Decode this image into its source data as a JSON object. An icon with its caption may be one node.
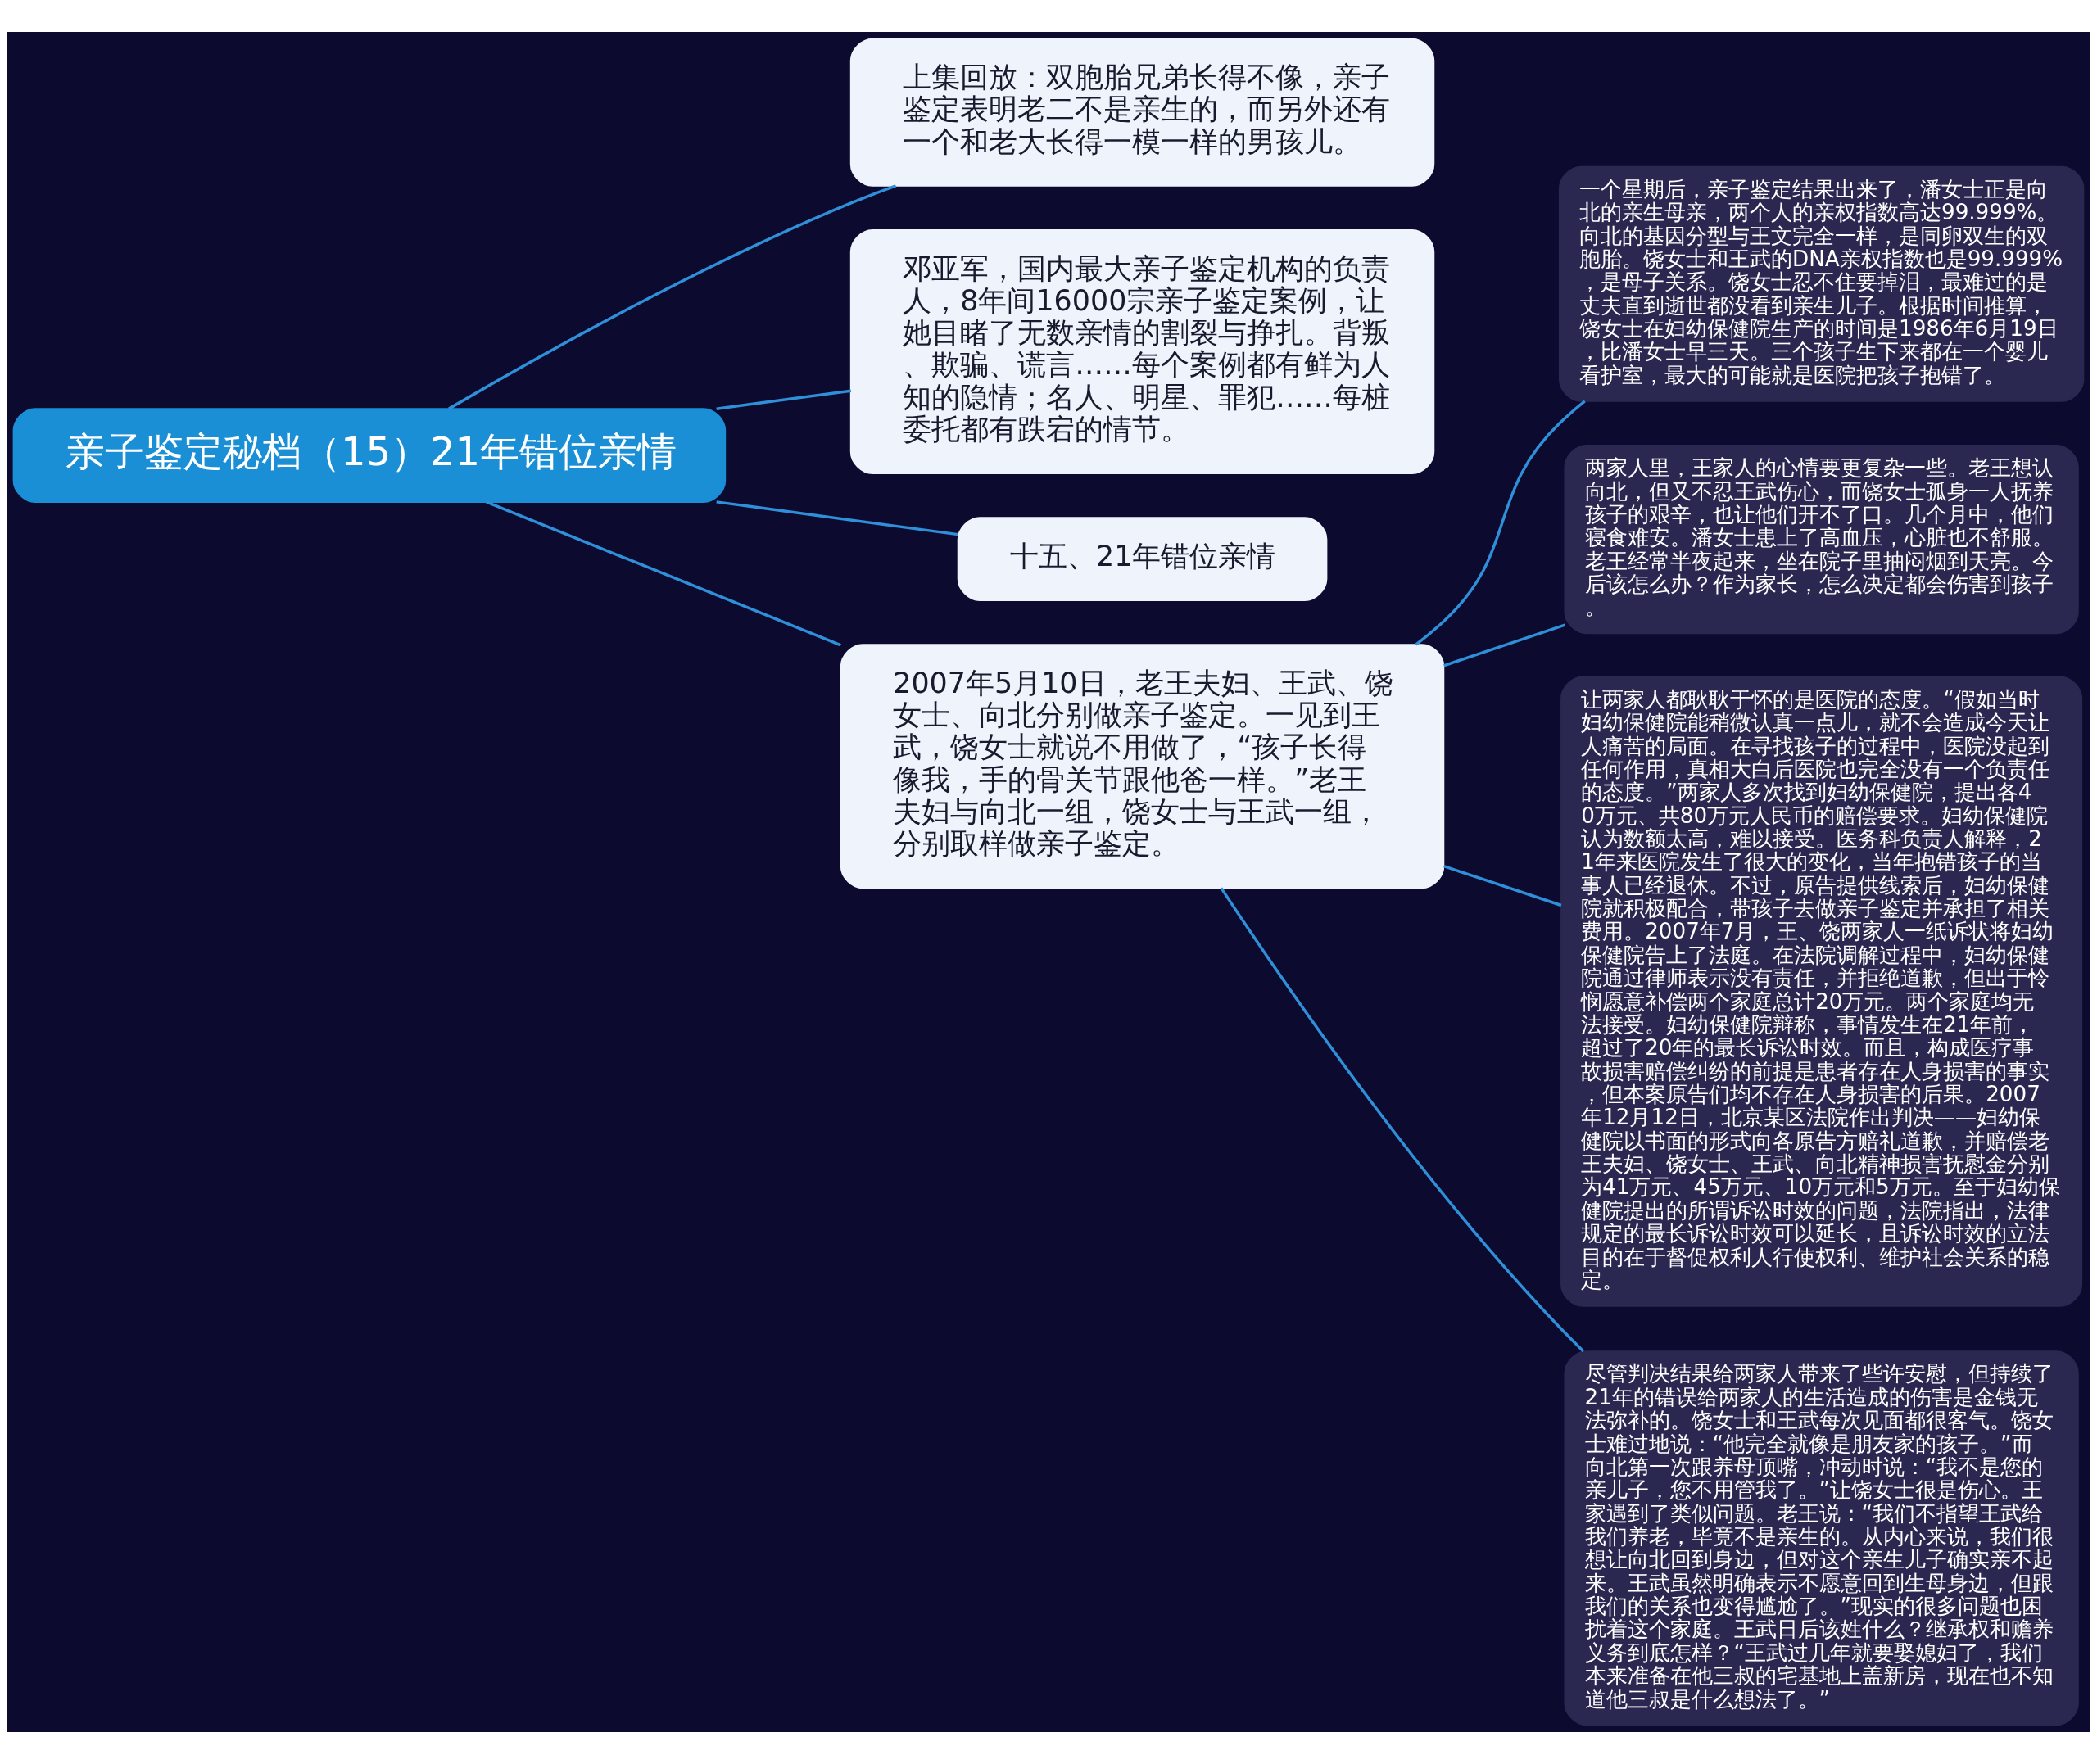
{
  "diagram": {
    "nodes": [
      {
        "text": [
          "亲子鉴定秘档（15）21年错位亲情"
        ]
      },
      {
        "text": [
          "上集回放：双胞胎兄弟长得不像，亲子鉴定表明老二不是亲生的，而另外还有一个和老大长得一模一样的男孩儿。"
        ]
      },
      {
        "text": [
          "邓亚军，国内最大亲子鉴定机构的负责人，8年间16000宗亲子鉴定案例，让她目睹了无数亲情的割裂与挣扎。背叛、欺骗、谎言……每个案例都有鲜为人知的隐情；名人、明星、罪犯……每桩委托都有跌宕的情节。"
        ]
      },
      {
        "text": [
          "十五、21年错位亲情"
        ]
      },
      {
        "text": [
          "2007年5月10日，老王夫妇、王武、饶女士、向北分别做亲子鉴定。一见到王武，饶女士就说不用做了，“孩子长得像我，手的骨关节跟他爸一样。”老王夫妇与向北一组，饶女士与王武一组，分别取样做亲子鉴定。"
        ]
      },
      {
        "text": [
          "一个星期后，亲子鉴定结果出来了，潘女士正是向北的亲生母亲，两个人的亲权指数高达99.999%。向北的基因分型与王文完全一样，是同卵双生的双胞胎。饶女士和王武的DNA亲权指数也是99.999%，是母子关系。饶女士忍不住要掉泪，最难过的是丈夫直到逝世都没看到亲生儿子。根据时间推算，饶女士在妇幼保健院生产的时间是1986年6月19日，比潘女士早三天。三个孩子生下来都在一个婴儿看护室，最大的可能就是医院把孩子抱错了。"
        ]
      },
      {
        "text": [
          "两家人里，王家人的心情要更复杂一些。老王想认向北，但又不忍王武伤心，而饶女士孤身一人抚养孩子的艰辛，也让他们开不了口。几个月中，他们寝食难安。潘女士患上了高血压，心脏也不舒服。老王经常半夜起来，坐在院子里抽闷烟到天亮。今后该怎么办？作为家长，怎么决定都会伤害到孩子。"
        ]
      },
      {
        "text": [
          "让两家人都耿耿于怀的是医院的态度。“假如当时妇幼保健院能稍微认真一点儿，就不会造成今天让人痛苦的局面。在寻找孩子的过程中，医院没起到任何作用，真相大白后医院也完全没有一个负责任的态度。”两家人多次找到妇幼保健院，提出各40万元、共80万元人民币的赔偿要求。妇幼保健院认为数额太高，难以接受。医务科负责人解释，21年来医院发生了很大的变化，当年抱错孩子的当事人已经退休。不过，原告提供线索后，妇幼保健院就积极配合，带孩子去做亲子鉴定并承担了相关费用。2007年7月，王、饶两家人一纸诉状将妇幼保健院告上了法庭。在法院调解过程中，妇幼保健院通过律师表示没有责任，并拒绝道歉，但出于怜悯愿意补偿两个家庭总计20万元。两个家庭均无法接受。妇幼保健院辩称，事情发生在21年前，超过了20年的最长诉讼时效。而且，构成医疗事故损害赔偿纠纷的前提是患者存在人身损害的事实，但本案原告们均不存在人身损害的后果。2007年12月12日，北京某区法院作出判决——妇幼保健院以书面的形式向各原告方赔礼道歉，并赔偿老王夫妇、饶女士、王武、向北精神损害抚慰金分别为41万元、45万元、10万元和5万元。至于妇幼保健院提出的所谓诉讼时效的问题，法院指出，法律规定的最长诉讼时效可以延长，且诉讼时效的立法目的在于督促权利人行使权利、维护社会关系的稳定。"
        ]
      },
      {
        "text": [
          "尽管判决结果给两家人带来了些许安慰，但持续了21年的错误给两家人的生活造成的伤害是金钱无法弥补的。饶女士和王武每次见面都很客气。饶女士难过地说：“他完全就像是朋友家的孩子。”而向北第一次跟养母顶嘴，冲动时说：“我不是您的亲儿子，您不用管我了。”让饶女士很是伤心。王家遇到了类似问题。老王说：“我们不指望王武给我们养老，毕竟不是亲生的。从内心来说，我们很想让向北回到身边，但对这个亲生儿子确实亲不起来。王武虽然明确表示不愿意回到生母身边，但跟我们的关系也变得尴尬了。”现实的很多问题也困扰着这个家庭。王武日后该姓什么？继承权和赡养义务到底怎样？“王武过几年就要娶媳妇了，我们本来准备在他三叔的宅基地上盖新房，现在也不知道他三叔是什么想法了。”"
        ]
      }
    ],
    "edges": [
      {
        "from": 0,
        "to": 1,
        "arrow": "none"
      },
      {
        "from": 0,
        "to": 2,
        "arrow": "none"
      },
      {
        "from": 0,
        "to": 3,
        "arrow": "none"
      },
      {
        "from": 0,
        "to": 4,
        "arrow": "none"
      },
      {
        "from": 4,
        "to": 5,
        "arrow": "none"
      },
      {
        "from": 4,
        "to": 6,
        "arrow": "none"
      },
      {
        "from": 4,
        "to": 7,
        "arrow": "none"
      },
      {
        "from": 4,
        "to": 8,
        "arrow": "none"
      }
    ]
  }
}
